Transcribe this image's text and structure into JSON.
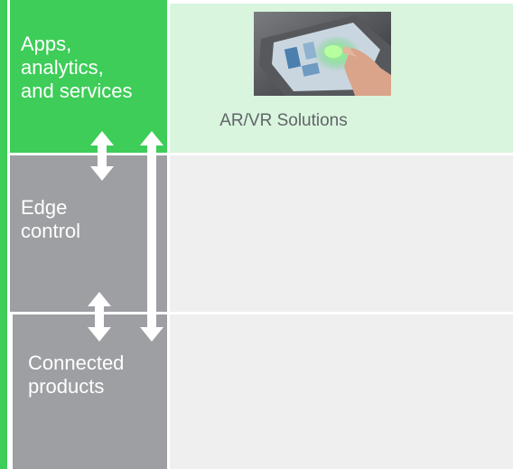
{
  "layers": [
    {
      "label": "Apps,\nanalytics,\nand services"
    },
    {
      "label": "Edge\ncontrol"
    },
    {
      "label": "Connected\nproducts"
    }
  ],
  "solutions": {
    "apps_tile": {
      "label": "AR/VR Solutions",
      "image": "tablet-hand-photo"
    }
  },
  "colors": {
    "accent_green": "#3dcd58",
    "light_green": "#d9f5de",
    "layer_grey": "#9e9fa3",
    "cell_grey": "#efefef",
    "label_text": "#626469"
  },
  "icons": [
    "double-arrow-icon",
    "up-arrow-icon",
    "down-arrow-icon",
    "tablet-hand-photo"
  ]
}
